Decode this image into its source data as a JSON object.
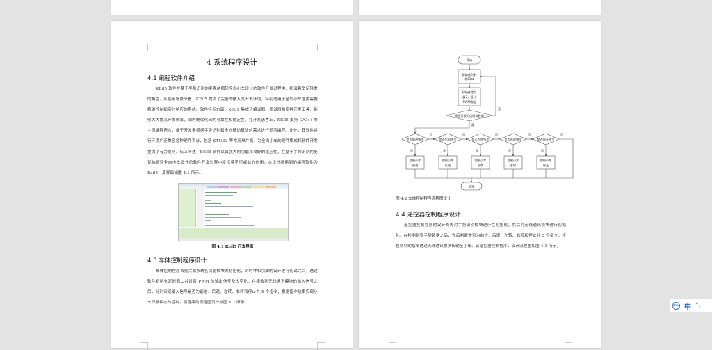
{
  "viewer": {
    "background": "#e3e3e3",
    "pages_visible": 6
  },
  "left_page": {
    "chapter_title": "4  系统程序设计",
    "sections": [
      {
        "title": "4.1 编程软件介绍",
        "paragraph": "KEil5 软件在基于手势识别的麦克纳姆轮全向小车设计的软件开发过程中，扮演着举足轻重的角色。从使用场景来看，KEil5 提供了完善的嵌入式开发环境，特别适用于全向小车这类需要精确控制和实时响应的系统。软件特点方面，KEil5 集成了编译器、调试器和多种开发工具，能够大大提高开发效率，同时确保代码的可靠性和稳定性。在开发语言上，KEil5 支持 C/C++等主流编程语言，便于开发者根据手势识别和全向移动算法的需求进行灵活编程。此外，其软件运行环境广泛兼容各种硬件平台，包括 STM32 等常用单片机，为全向小车的硬件集成和软件开发提供了有力支持。综上所述，KEil5 软件以其强大的功能和良好的适应性，在基于手势识别的麦克纳姆轮全向小车设计的软件开发过程中发挥着不可或缺的作用。本设计所用到的编程软件为 Keil5，其界面如图 4.1 所示。"
      },
      {
        "title": "4.3 车体控制程序设计",
        "paragraph": "车体控制程序首先完成系统各功能模块的初始化，对时钟和引脚的设计进行初试完后，通过软件初始化定时器二并设置 PWM 的输出信号及占空比。在接收到无线通讯模块的输入信号之后，分别识别输入信号是否为前进、后退、左转、右转和停止共 5 个指令，根据指令结果实现小车行驶状态的控制。该程序的流程图设计如图 4.2 所示。"
      }
    ],
    "figure": {
      "caption": "图 4.1  Keil5 开发界面",
      "image_label": "keil5-ide-screenshot"
    }
  },
  "right_page": {
    "flowchart": {
      "start": "开始",
      "init_clock": "初始化时钟和IO口",
      "init_timer": "初始化定时器2，设计PWM输出",
      "check_receive": "是否接收无线模块数据",
      "no": "否",
      "yes": "是",
      "decisions": [
        "是否前进指令",
        "是否后退指令",
        "是否左转指令",
        "是否右转指令",
        "是否停止指令"
      ],
      "actions": [
        "控制小车前进",
        "控制小车后退",
        "控制小车左转",
        "控制小车右转",
        "控制小车停止"
      ],
      "action_line1": "控制小车",
      "action_line2": [
        "前进",
        "后退",
        "左转",
        "右转",
        "停止"
      ],
      "end": "结束"
    },
    "figure_caption": "图 4.2  车体控制程序流程图设计",
    "sections": [
      {
        "title": "4.4 遥控器控制程序设计",
        "paragraph": "遥控器控制程序的设计首先对手势识别模块进行在初始化，然后对无线通讯模块进行初始化。在检测到有手势数据之后，先后判断是否为前进、后退、左转、右转和停止共 5 个指令，将检测到的指令通过无线通讯模块传输至小车。该遥控器控制程序，设计流程图如图 4.3 所示。"
      }
    ]
  },
  "ime_toolbar": {
    "logo": "iFLY",
    "language": "中",
    "punctuation": "°,",
    "accent_color": "#2f6fd6"
  }
}
